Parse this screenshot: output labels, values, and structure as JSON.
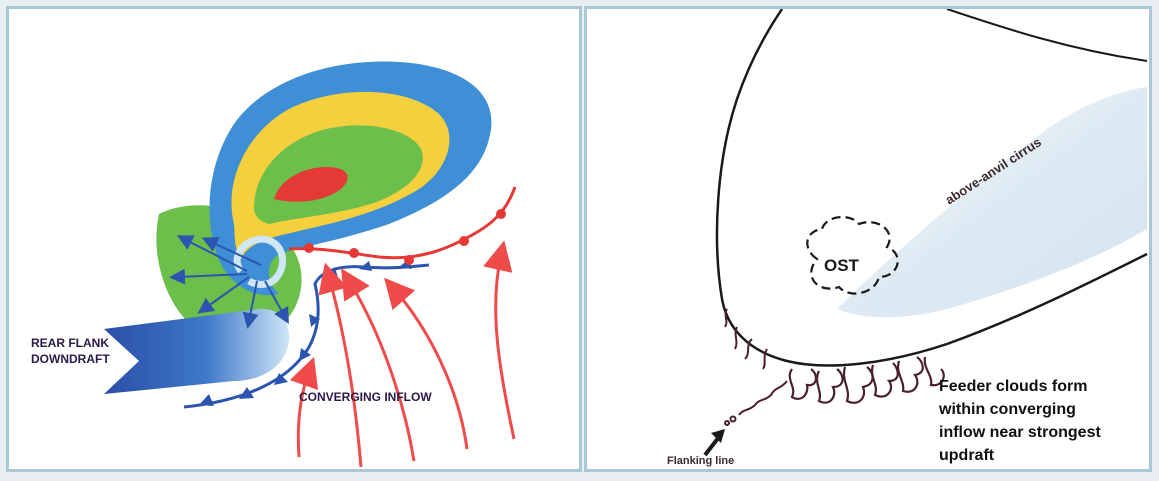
{
  "left_panel": {
    "labels": {
      "rear_flank_line1": "REAR FLANK",
      "rear_flank_line2": "DOWNDRAFT",
      "converging_inflow": "CONVERGING INFLOW"
    },
    "colors": {
      "outer_reflectivity": "#3f8fd6",
      "yellow_band": "#f4d03f",
      "green_band": "#6cbf4a",
      "core": "#e53935",
      "front_cold": "#2b55b0",
      "front_warm": "#e53935",
      "inflow_arrows": "#f04b4b",
      "downdraft": "#2a4fa8"
    }
  },
  "right_panel": {
    "labels": {
      "above_anvil_cirrus": "above-anvil cirrus",
      "ost": "OST",
      "flanking_line": "Flanking line",
      "feeder_line1": "Feeder clouds form",
      "feeder_line2": "within converging",
      "feeder_line3": "inflow near strongest",
      "feeder_line4": "updraft"
    },
    "colors": {
      "anvil_outline": "#1a1a1a",
      "cirrus_shade": "#dbe8f2",
      "feeder_clouds": "#4a2030"
    }
  }
}
